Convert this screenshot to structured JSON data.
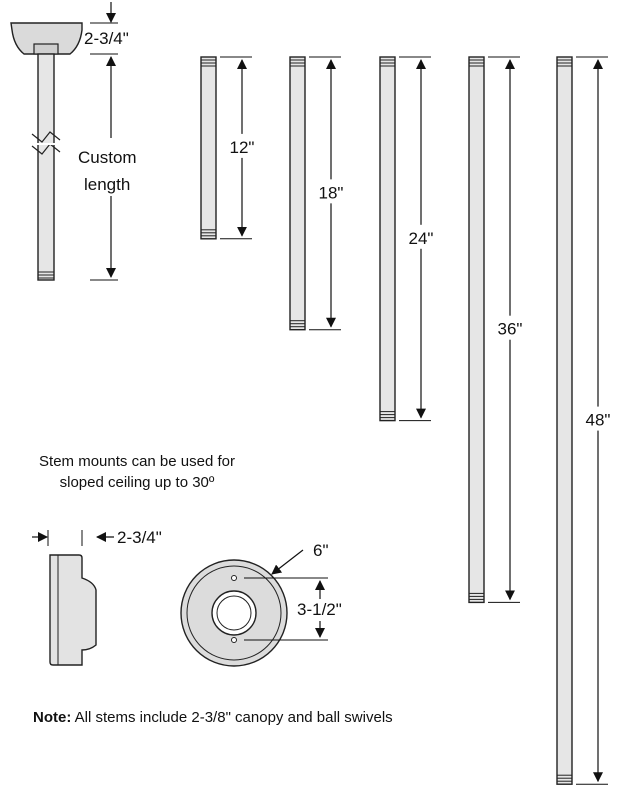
{
  "custom_stem": {
    "canopy_height": "2-3/4\"",
    "length_line1": "Custom",
    "length_line2": "length"
  },
  "stems": [
    {
      "label": "12\"",
      "length_in": 12
    },
    {
      "label": "18\"",
      "length_in": 18
    },
    {
      "label": "24\"",
      "length_in": 24
    },
    {
      "label": "36\"",
      "length_in": 36
    },
    {
      "label": "48\"",
      "length_in": 48
    }
  ],
  "caption": {
    "line1": "Stem mounts can be used for",
    "line2": "sloped ceiling up to 30º"
  },
  "side_view": {
    "depth": "2-3/4\""
  },
  "front_view": {
    "diameter": "6\"",
    "hole_spacing": "3-1/2\""
  },
  "note": {
    "label": "Note:",
    "text": " All stems include 2-3/8\" canopy and ball swivels"
  },
  "colors": {
    "stem_fill": "#e6e6e6",
    "canopy_fill": "#dadada",
    "outline": "#222222"
  }
}
